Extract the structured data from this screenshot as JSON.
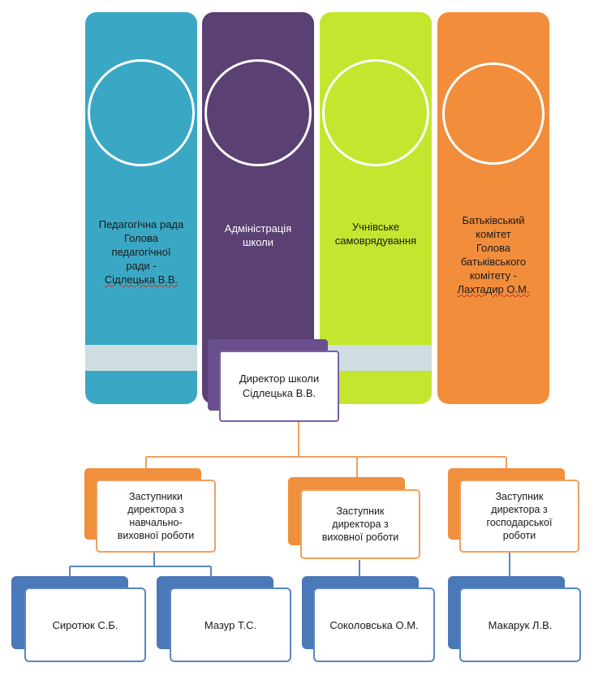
{
  "pillars": [
    {
      "id": "pedagogical-council",
      "lines": [
        "Педагогічна рада",
        "Голова",
        "педагогічної",
        "ради -",
        "Сідлецька В.В."
      ],
      "color": "#3aa8c4"
    },
    {
      "id": "administration",
      "lines": [
        "Адміністрація",
        "школи"
      ],
      "color": "#5a4073"
    },
    {
      "id": "student-government",
      "lines": [
        "Учнівське",
        "самоврядування"
      ],
      "color": "#c4e62e"
    },
    {
      "id": "parent-committee",
      "lines": [
        "Батьківський",
        "комітет",
        "Голова",
        "батьківського",
        "комітету -",
        "Лахтадир О.М."
      ],
      "color": "#f28d3c"
    }
  ],
  "director": {
    "lines": [
      "Директор школи",
      "Сідлецька В.В."
    ]
  },
  "deputies": [
    {
      "id": "deputy-academic",
      "lines": [
        "Заступники",
        "директора з",
        "навчально-",
        "виховної роботи"
      ]
    },
    {
      "id": "deputy-upbringing",
      "lines": [
        "Заступник",
        "директора з",
        "виховної роботи"
      ]
    },
    {
      "id": "deputy-maintenance",
      "lines": [
        "Заступник",
        "директора з",
        "господарської",
        "роботи"
      ]
    }
  ],
  "people": [
    {
      "id": "sirotiuk",
      "name": "Сиротюк С.Б."
    },
    {
      "id": "mazur",
      "name": "Мазур Т.С."
    },
    {
      "id": "sokolovska",
      "name": "Соколовська О.М."
    },
    {
      "id": "makaruk",
      "name": "Макарук Л.В."
    }
  ]
}
